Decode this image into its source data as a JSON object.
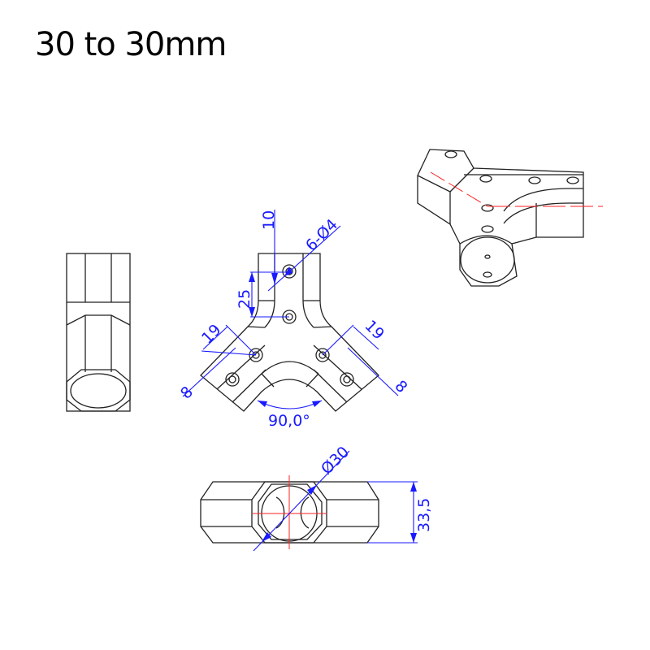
{
  "title": "30 to 30mm",
  "colors": {
    "outline": "#222222",
    "dimension": "#1a1aff",
    "centerline": "#ff2020"
  },
  "dimensions": {
    "top_offset": "10",
    "holes": "6-Ø4",
    "hole_spacing_vertical": "25",
    "arm_width_left": "19",
    "arm_width_right": "19",
    "edge_left": "8",
    "edge_right": "8",
    "angle": "90,0°",
    "bore_diameter": "Ø30",
    "height": "33,5"
  }
}
